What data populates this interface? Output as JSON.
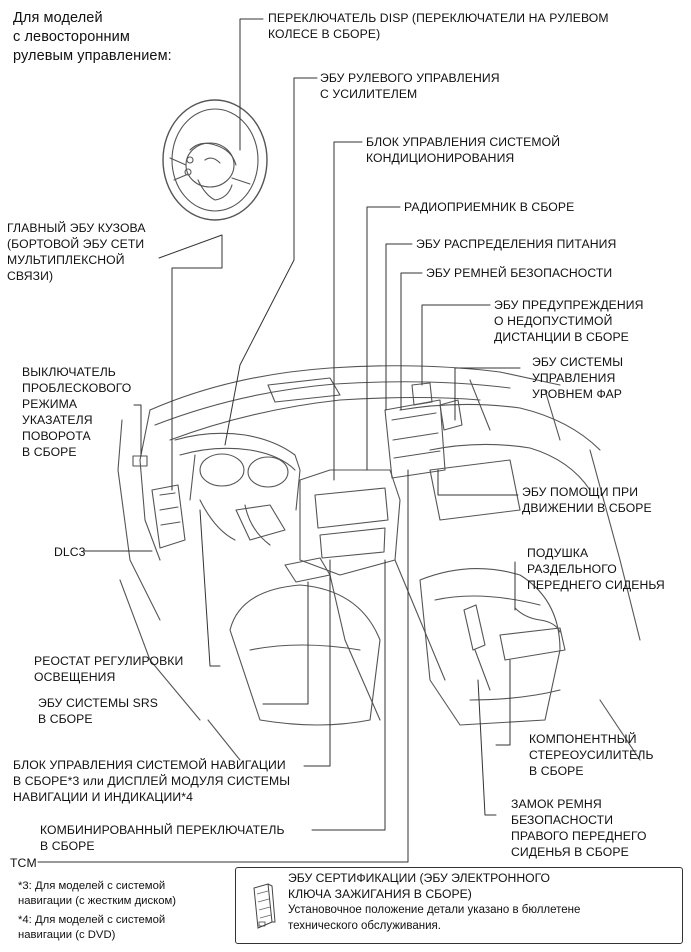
{
  "header_note": "Для моделей\nс левосторонним\nрулевым управлением:",
  "labels": {
    "disp_switch": "ПЕРЕКЛЮЧАТЕЛЬ DISP (ПЕРЕКЛЮЧАТЕЛИ НА РУЛЕВОМ\nКОЛЕСЕ В СБОРЕ)",
    "power_steering_ecu": "ЭБУ РУЛЕВОГО УПРАВЛЕНИЯ\nС УСИЛИТЕЛЕМ",
    "ac_control": "БЛОК УПРАВЛЕНИЯ СИСТЕМОЙ\nКОНДИЦИОНИРОВАНИЯ",
    "radio": "РАДИОПРИЕМНИК В СБОРЕ",
    "power_dist_ecu": "ЭБУ РАСПРЕДЕЛЕНИЯ ПИТАНИЯ",
    "seatbelt_ecu": "ЭБУ РЕМНЕЙ БЕЗОПАСНОСТИ",
    "distance_warning_ecu": "ЭБУ ПРЕДУПРЕЖДЕНИЯ\nО НЕДОПУСТИМОЙ\nДИСТАНЦИИ В СБОРЕ",
    "headlight_level_ecu": "ЭБУ СИСТЕМЫ\nУПРАВЛЕНИЯ\nУРОВНЕМ ФАР",
    "driving_support_ecu": "ЭБУ ПОМОЩИ ПРИ\nДВИЖЕНИИ В СБОРЕ",
    "separate_seat_cushion": "ПОДУШКА\nРАЗДЕЛЬНОГО\nПЕРЕДНЕГО СИДЕНЬЯ",
    "main_body_ecu": "ГЛАВНЫЙ ЭБУ КУЗОВА\n(БОРТОВОЙ ЭБУ СЕТИ\nМУЛЬТИПЛЕКСНОЙ\nСВЯЗИ)",
    "hazard_switch": "ВЫКЛЮЧАТЕЛЬ\nПРОБЛЕСКОВОГО\nРЕЖИМА\nУКАЗАТЕЛЯ\nПОВОРОТА\nВ СБОРЕ",
    "dlc3": "DLC3",
    "dimmer_rheostat": "РЕОСТАТ РЕГУЛИРОВКИ\nОСВЕЩЕНИЯ",
    "srs_ecu": "ЭБУ СИСТЕМЫ SRS\nВ СБОРЕ",
    "nav_control": "БЛОК УПРАВЛЕНИЯ СИСТЕМОЙ НАВИГАЦИИ\nВ СБОРЕ*3 или ДИСПЛЕЙ МОДУЛЯ СИСТЕМЫ\nНАВИГАЦИИ И ИНДИКАЦИИ*4",
    "combination_switch": "КОМБИНИРОВАННЫЙ ПЕРЕКЛЮЧАТЕЛЬ\nВ СБОРЕ",
    "tcm": "TCM",
    "stereo_amp": "КОМПОНЕНТНЫЙ\nСТЕРЕОУСИЛИТЕЛЬ\nВ СБОРЕ",
    "seatbelt_buckle": "ЗАМОК РЕМНЯ\nБЕЗОПАСНОСТИ\nПРАВОГО ПЕРЕДНЕГО\nСИДЕНЬЯ В СБОРЕ"
  },
  "footnotes": {
    "note3": "*3: Для моделей с системой\nнавигации (с жестким диском)",
    "note4": "*4: Для моделей с системой\nнавигации (с DVD)"
  },
  "certification_box": {
    "title": "ЭБУ СЕРТИФИКАЦИИ (ЭБУ ЭЛЕКТРОННОГО\nКЛЮЧА ЗАЖИГАНИЯ В СБОРЕ)",
    "note": "Установочное положение детали указано в бюллетене\nтехнического обслуживания."
  }
}
